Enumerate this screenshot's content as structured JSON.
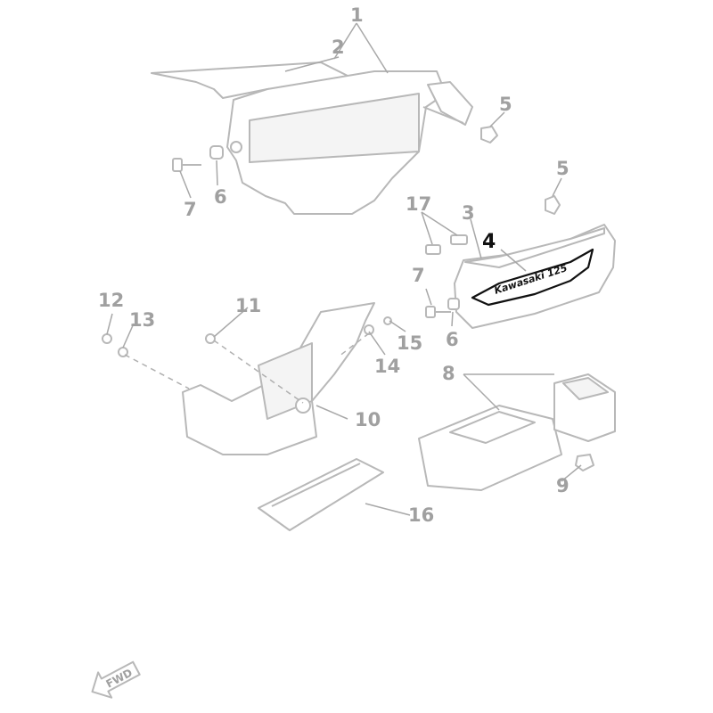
{
  "callouts": {
    "p1": "1",
    "p2": "2",
    "p3": "3",
    "p4": "4",
    "p5a": "5",
    "p5b": "5",
    "p6a": "6",
    "p6b": "6",
    "p7a": "7",
    "p7b": "7",
    "p8": "8",
    "p9": "9",
    "p10": "10",
    "p11": "11",
    "p12": "12",
    "p13": "13",
    "p14": "14",
    "p15": "15",
    "p16": "16",
    "p17": "17"
  },
  "emblem_text": "Kawasaki 125",
  "fwd_label": "FWD",
  "highlighted_part": "4"
}
